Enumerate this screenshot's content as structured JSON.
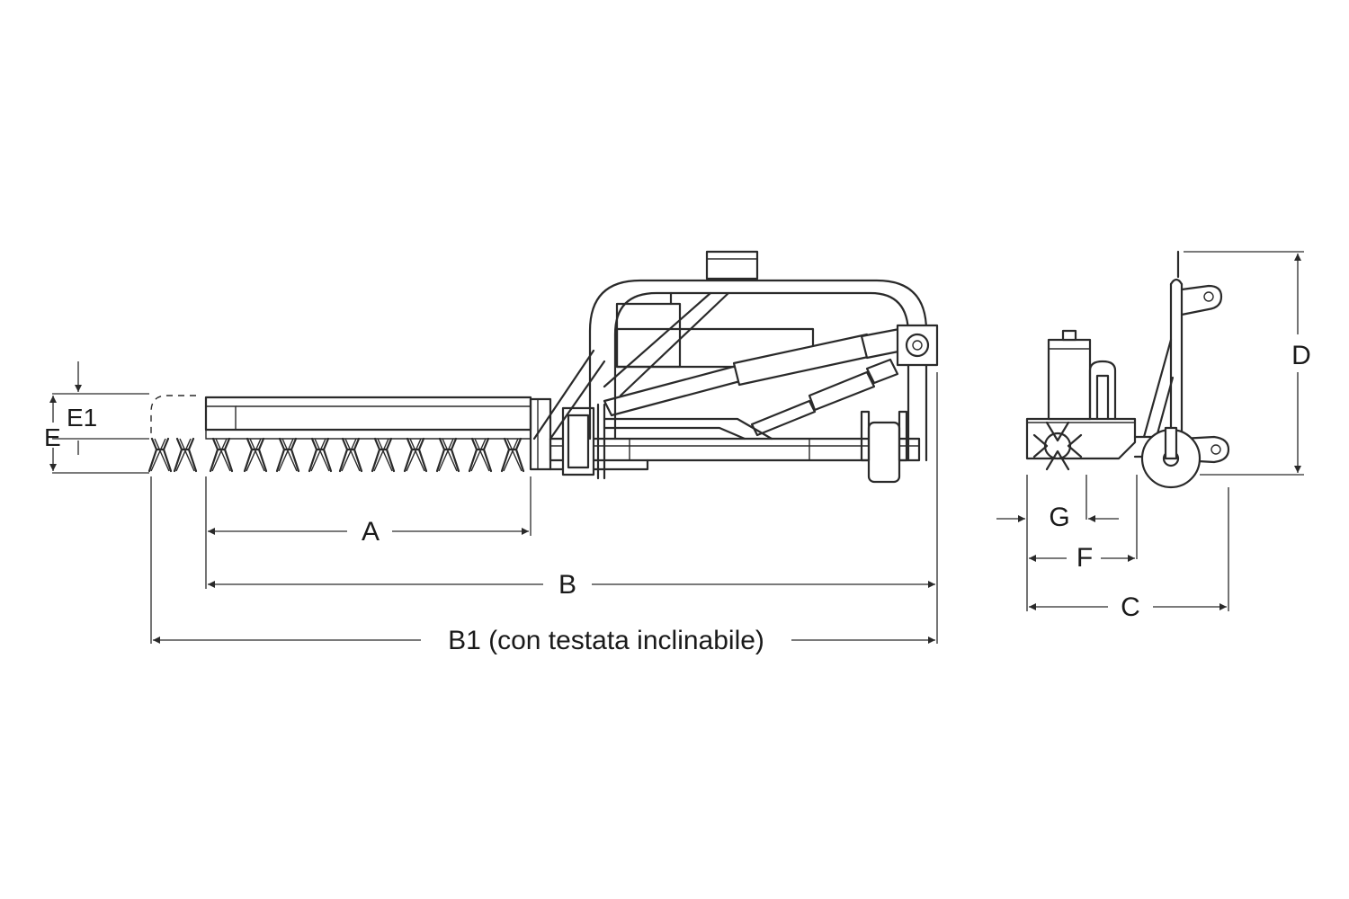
{
  "labels": {
    "A": "A",
    "B": "B",
    "B1": "B1 (con testata inclinabile)",
    "C": "C",
    "D": "D",
    "E": "E",
    "E1": "E1",
    "F": "F",
    "G": "G"
  },
  "colors": {
    "line": "#2a2a2a",
    "background": "#ffffff"
  }
}
